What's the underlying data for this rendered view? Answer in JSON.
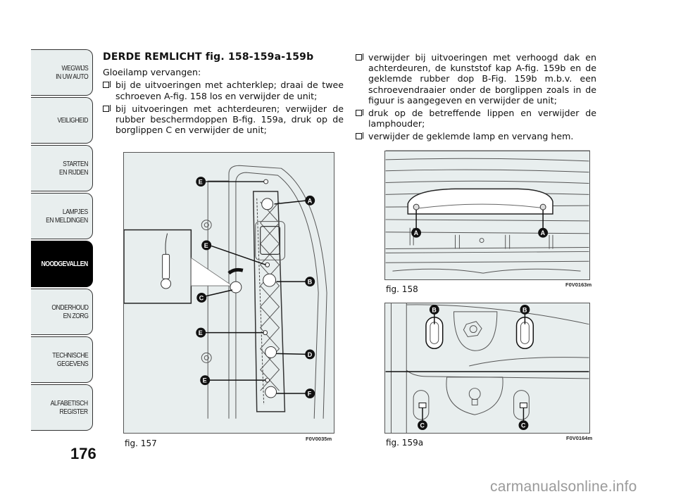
{
  "sidebar": {
    "tabs": [
      {
        "label": "WEGWIJS\nIN UW AUTO",
        "active": false
      },
      {
        "label": "VEILIGHEID",
        "active": false
      },
      {
        "label": "STARTEN\nEN RIJDEN",
        "active": false
      },
      {
        "label": "LAMPJES\nEN MELDINGEN",
        "active": false
      },
      {
        "label": "NOODGEVALLEN",
        "active": true
      },
      {
        "label": "ONDERHOUD\nEN ZORG",
        "active": false
      },
      {
        "label": "TECHNISCHE\nGEGEVENS",
        "active": false
      },
      {
        "label": "ALFABETISCH\nREGISTER",
        "active": false
      }
    ],
    "page_number": "176"
  },
  "left_column": {
    "heading": "DERDE REMLICHT",
    "heading_fig": "fig. 158-159a-159b",
    "intro": "Gloeilamp vervangen:",
    "bullets": [
      "bij de uitvoeringen met achterklep; draai de twee schroeven A-fig. 158 los en verwijder de unit;",
      "bij uitvoeringen met achterdeuren; verwijder de rubber beschermdoppen B-fig. 159a, druk op de borglippen C en verwijder de unit;"
    ]
  },
  "right_column": {
    "bullets": [
      "verwijder bij uitvoeringen met verhoogd dak en achterdeuren, de kunststof kap A-fig. 159b en de geklemde rubber dop B-Fig. 159b m.b.v. een schroevendraaier onder de borglippen zoals in de figuur is aangegeven en verwijder de unit;",
      "druk op de betreffende lippen en verwijder de lamphouder;",
      "verwijder de geklemde lamp en vervang hem."
    ]
  },
  "figures": {
    "fig157": {
      "caption": "fig. 157",
      "code": "F0V0035m",
      "labels": [
        "E",
        "A",
        "E",
        "B",
        "C",
        "E",
        "D",
        "E",
        "F"
      ]
    },
    "fig158": {
      "caption": "fig. 158",
      "code": "F0V0163m",
      "labels": [
        "A",
        "A"
      ]
    },
    "fig159a": {
      "caption": "fig. 159a",
      "code": "F0V0164m",
      "labels": [
        "B",
        "B",
        "C",
        "C"
      ]
    }
  },
  "watermark": "carmanualsonline.info"
}
